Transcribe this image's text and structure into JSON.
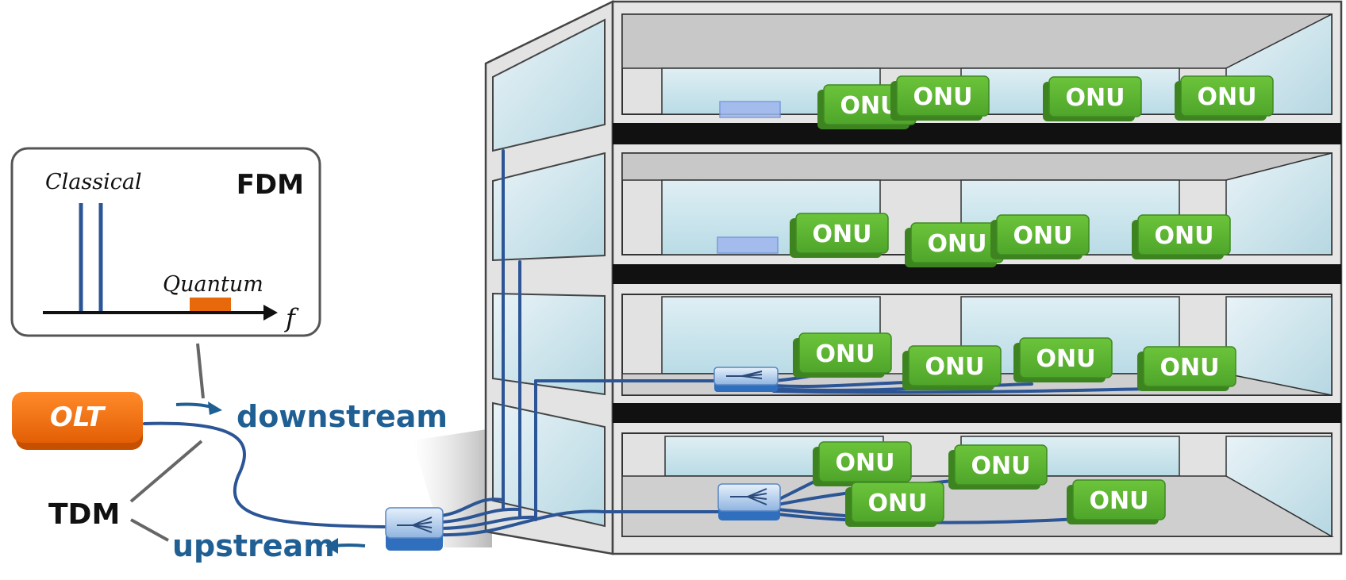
{
  "fdm_box": {
    "title": "FDM",
    "classical_label": "Classical",
    "quantum_label": "Quantum",
    "axis_label": "f"
  },
  "olt": {
    "label": "OLT"
  },
  "tdm": {
    "label": "TDM",
    "downstream_label": "downstream",
    "upstream_label": "upstream"
  },
  "building": {
    "onu_label": "ONU",
    "floors": [
      {
        "onus": [
          "ONU",
          "ONU",
          "ONU",
          "ONU"
        ]
      },
      {
        "onus": [
          "ONU",
          "ONU",
          "ONU",
          "ONU"
        ]
      },
      {
        "onus": [
          "ONU",
          "ONU",
          "ONU",
          "ONU"
        ]
      },
      {
        "onus": [
          "ONU",
          "ONU",
          "ONU",
          "ONU"
        ]
      }
    ]
  },
  "colors": {
    "olt_orange": "#f06a0a",
    "onu_green": "#5ab22e",
    "fiber_blue": "#2c5596",
    "label_blue": "#1f5f94",
    "quantum_orange": "#e8680c"
  }
}
